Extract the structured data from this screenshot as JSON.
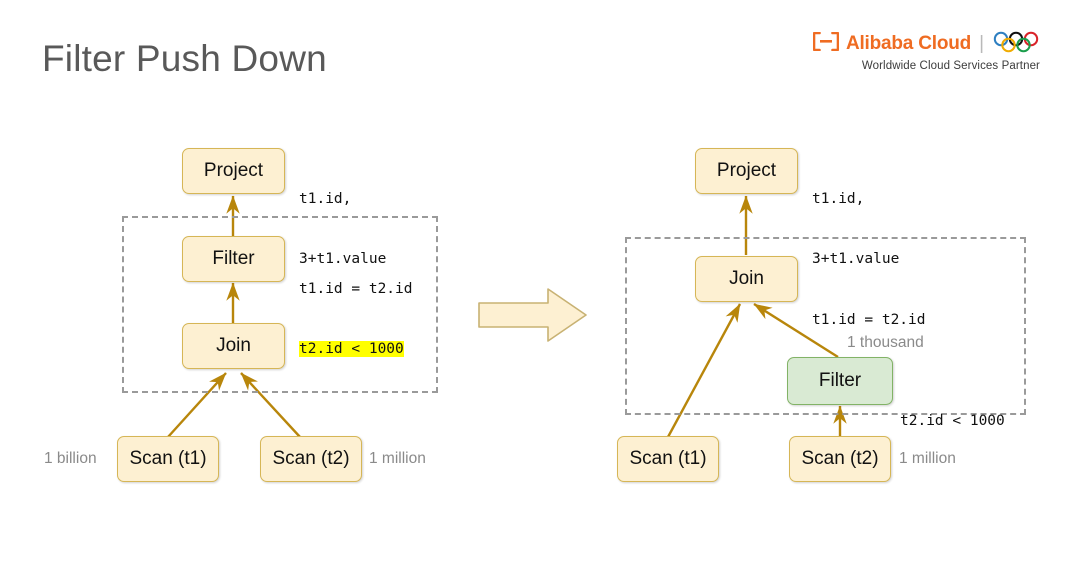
{
  "slide": {
    "title": "Filter Push Down"
  },
  "logo": {
    "brand": "Alibaba Cloud",
    "separator": "|",
    "tagline": "Worldwide Cloud Services Partner",
    "mark_icon": "alibaba-cloud-bracket-icon",
    "rings_icon": "olympic-rings-icon",
    "brand_color": "#ef6c22",
    "ring_colors": [
      "#2e7fc1",
      "#111111",
      "#d9242a",
      "#f0ab00",
      "#1a9d4b"
    ]
  },
  "diagrams": {
    "before": {
      "name": "unoptimized-plan",
      "nodes": [
        {
          "id": "project",
          "label": "Project",
          "style": "cream"
        },
        {
          "id": "filter",
          "label": "Filter",
          "style": "cream"
        },
        {
          "id": "join",
          "label": "Join",
          "style": "cream"
        },
        {
          "id": "scan_t1",
          "label": "Scan (t1)",
          "style": "cream"
        },
        {
          "id": "scan_t2",
          "label": "Scan (t2)",
          "style": "cream"
        }
      ],
      "annotations": {
        "project_line1": "t1.id,",
        "project_line2": "3+t1.value",
        "filter_line1": "t1.id = t2.id",
        "filter_line2_highlighted": "t2.id < 1000"
      },
      "cardinalities": {
        "scan_t1": "1 billion",
        "scan_t2": "1 million"
      },
      "group_box_label": "filter-join-group"
    },
    "after": {
      "name": "optimized-plan",
      "nodes": [
        {
          "id": "project",
          "label": "Project",
          "style": "cream"
        },
        {
          "id": "join",
          "label": "Join",
          "style": "cream"
        },
        {
          "id": "filter",
          "label": "Filter",
          "style": "green"
        },
        {
          "id": "scan_t1",
          "label": "Scan (t1)",
          "style": "cream"
        },
        {
          "id": "scan_t2",
          "label": "Scan (t2)",
          "style": "cream"
        }
      ],
      "annotations": {
        "project_line1": "t1.id,",
        "project_line2": "3+t1.value",
        "join_line1": "t1.id = t2.id",
        "filter_line1": "t2.id < 1000"
      },
      "cardinalities": {
        "filter": "1 thousand",
        "scan_t2": "1 million"
      },
      "group_box_label": "join-filter-group"
    }
  },
  "transform_arrow": {
    "icon": "right-block-arrow-icon",
    "fill": "#fdf0d2",
    "stroke": "#c8b273"
  },
  "colors": {
    "node_cream_fill": "#fdf0d2",
    "node_cream_stroke": "#d6b656",
    "node_green_fill": "#d9ead3",
    "node_green_stroke": "#82b366",
    "edge": "#b8860b",
    "dashed_group": "#9a9a9a",
    "highlight": "#ffff00",
    "title_gray": "#595959",
    "label_gray": "#8a8a8a"
  }
}
